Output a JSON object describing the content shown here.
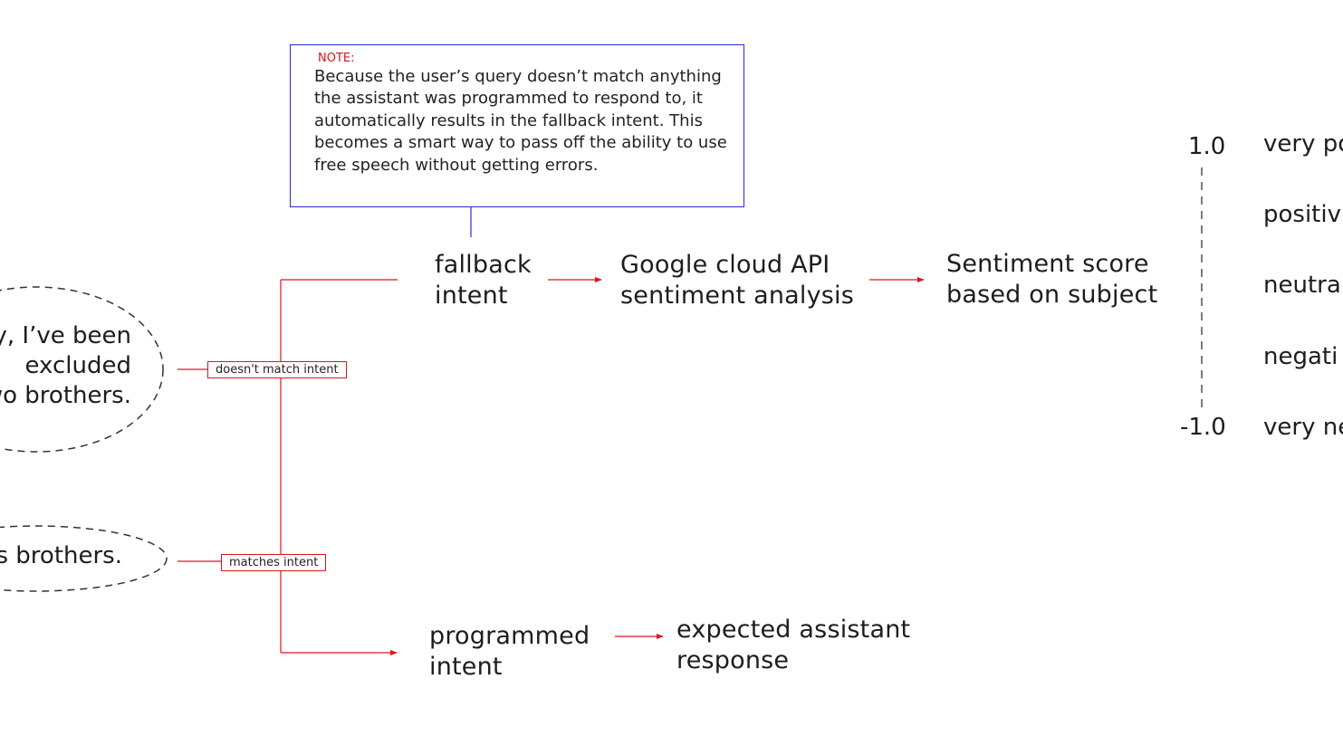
{
  "note": {
    "label": "NOTE:",
    "text": "Because the user’s query doesn’t match anything the assistant was programmed to respond to, it automatically results in the fallback intent. This becomes a smart way to pass off the ability to use free speech without getting errors."
  },
  "inputs": {
    "query_a_lines": [
      "y, I’ve been",
      "excluded",
      "wo brothers."
    ],
    "query_b_lines": [
      "s brothers."
    ]
  },
  "edges": {
    "no_match": "doesn't match intent",
    "match": "matches intent"
  },
  "nodes": {
    "fallback": [
      "fallback",
      "intent"
    ],
    "google_api": [
      "Google cloud API",
      "sentiment analysis"
    ],
    "sentiment_score": [
      "Sentiment score",
      "based on subject"
    ],
    "programmed": [
      "programmed",
      "intent"
    ],
    "expected": [
      "expected assistant",
      "response"
    ]
  },
  "scale": {
    "max": "1.0",
    "min": "-1.0",
    "levels": [
      "very po",
      "positiv",
      "neutra",
      "negati",
      "very ne"
    ]
  },
  "colors": {
    "connector": "#e0141b",
    "note_border": "#2b2bd6",
    "text": "#1d1d1d"
  }
}
